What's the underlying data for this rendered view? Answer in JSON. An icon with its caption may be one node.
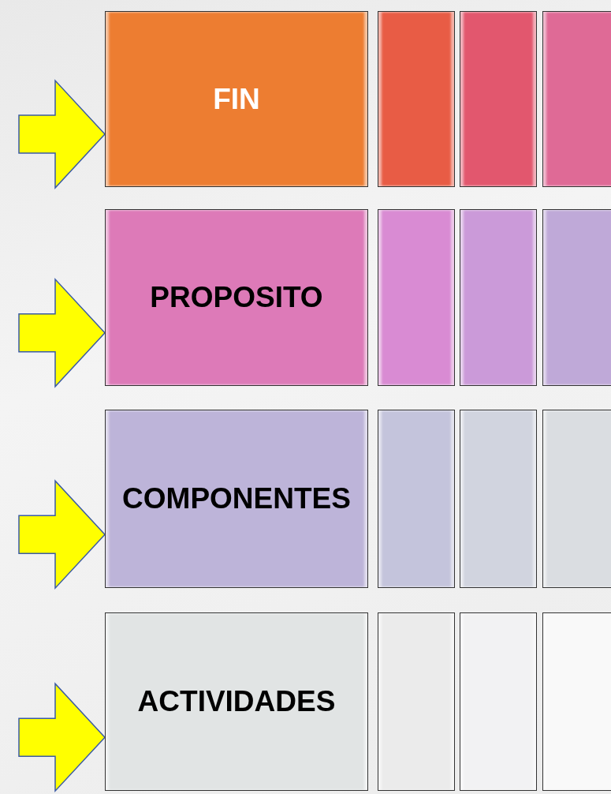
{
  "diagram": {
    "nodes": [
      {
        "text": [
          "FIN"
        ]
      },
      {
        "text": [],
        "shape": "box"
      },
      {
        "text": [],
        "shape": "box"
      },
      {
        "text": [],
        "shape": "box"
      },
      {
        "text": [
          "PROPOSITO"
        ]
      },
      {
        "text": [],
        "shape": "box"
      },
      {
        "text": [],
        "shape": "box"
      },
      {
        "text": [],
        "shape": "box"
      },
      {
        "text": [
          "COMPONENTES"
        ]
      },
      {
        "text": [],
        "shape": "box"
      },
      {
        "text": [],
        "shape": "box"
      },
      {
        "text": [],
        "shape": "box"
      },
      {
        "text": [
          "ACTIVIDADES"
        ]
      },
      {
        "text": [],
        "shape": "box"
      },
      {
        "text": [],
        "shape": "box"
      },
      {
        "text": [],
        "shape": "box"
      }
    ],
    "edges": [
      {
        "from": null,
        "to": 0,
        "arrow": "to"
      },
      {
        "from": null,
        "to": 4,
        "arrow": "to"
      },
      {
        "from": null,
        "to": 8,
        "arrow": "to"
      },
      {
        "from": null,
        "to": 12,
        "arrow": "to"
      }
    ]
  }
}
